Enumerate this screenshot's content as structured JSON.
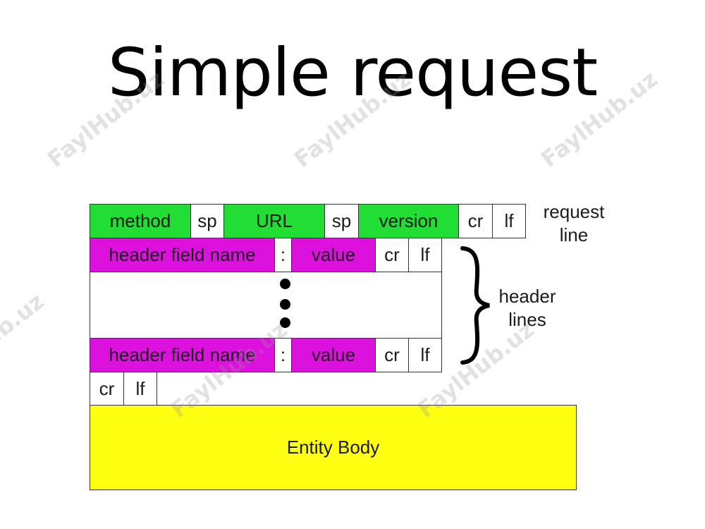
{
  "title": "Simple request",
  "request_line": {
    "method": "method",
    "sp1": "sp",
    "url": "URL",
    "sp2": "sp",
    "version": "version",
    "cr": "cr",
    "lf": "lf",
    "label_line1": "request",
    "label_line2": "line"
  },
  "header_line_1": {
    "field_name": "header field name",
    "colon": ":",
    "value": "value",
    "cr": "cr",
    "lf": "lf"
  },
  "header_line_2": {
    "field_name": "header field name",
    "colon": ":",
    "value": "value",
    "cr": "cr",
    "lf": "lf"
  },
  "header_lines_label": {
    "line1": "header",
    "line2": "lines"
  },
  "blank_line": {
    "cr": "cr",
    "lf": "lf"
  },
  "entity_body": "Entity Body",
  "watermark": "FaylHub.uz",
  "colors": {
    "request_line": "#22dd33",
    "header_fields": "#dd11dd",
    "entity_body": "#ffff11"
  }
}
